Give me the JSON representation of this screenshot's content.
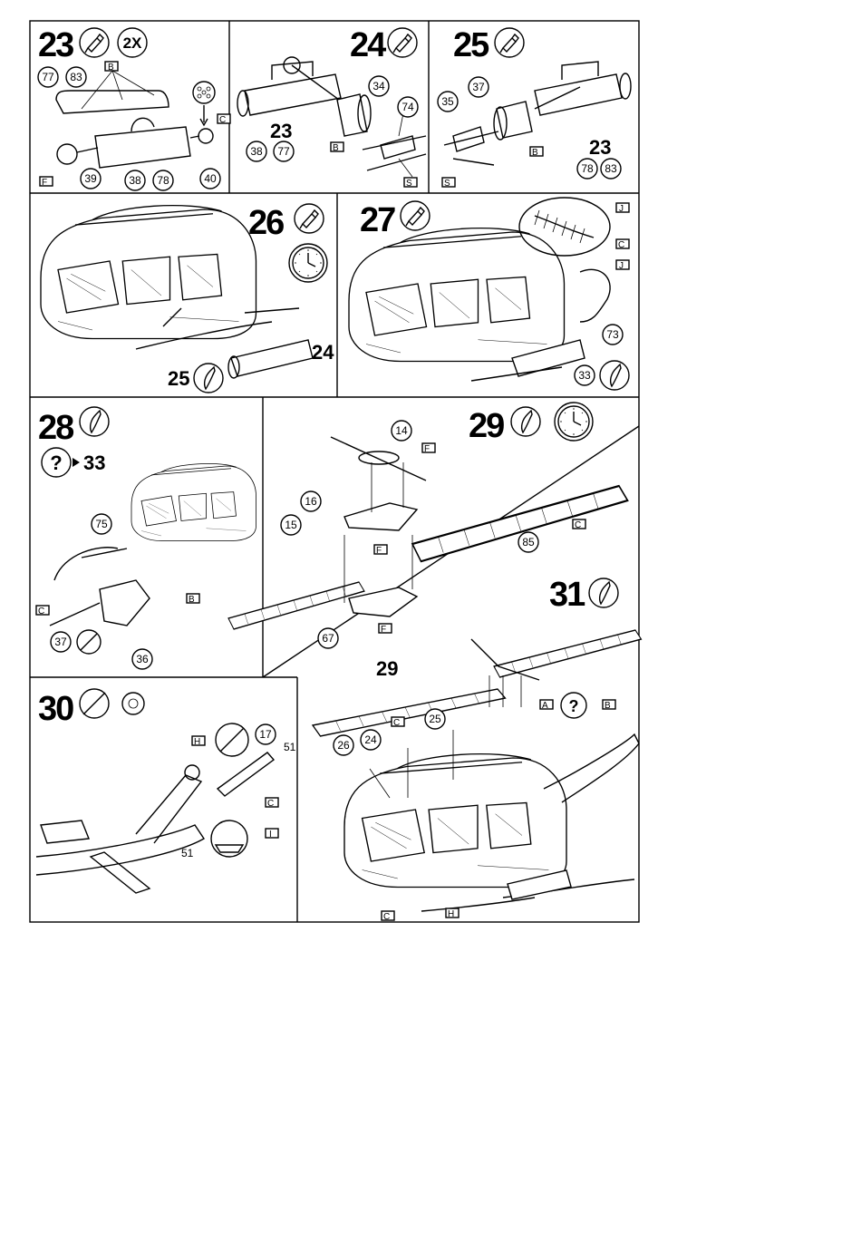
{
  "steps": {
    "s23": {
      "number": "23",
      "multiplier": "2X",
      "parts": [
        "77",
        "83",
        "39",
        "38",
        "78",
        "40"
      ],
      "note_ref": "23"
    },
    "s24": {
      "number": "24",
      "parts": [
        "34",
        "74"
      ],
      "ref": "23",
      "ref_parts": [
        "38",
        "77"
      ]
    },
    "s25": {
      "number": "25",
      "parts": [
        "37",
        "35"
      ],
      "ref": "23",
      "ref_parts": [
        "78",
        "83"
      ]
    },
    "s26": {
      "number": "26",
      "refs": [
        "24",
        "25"
      ]
    },
    "s27": {
      "number": "27",
      "parts": [
        "73",
        "33"
      ]
    },
    "s28": {
      "number": "28",
      "goto": "33",
      "parts": [
        "75",
        "37",
        "36"
      ]
    },
    "s29": {
      "number": "29",
      "parts": [
        "14",
        "16",
        "15",
        "85",
        "67"
      ]
    },
    "s30": {
      "number": "30",
      "parts": [
        "17",
        "51",
        "51"
      ]
    },
    "s31": {
      "number": "31",
      "parts": [
        "29",
        "25",
        "24",
        "26"
      ]
    }
  },
  "color_tags": {
    "B": "B",
    "C": "C",
    "F": "F",
    "S": "S",
    "J": "J",
    "H": "H",
    "A": "A",
    "I": "I"
  },
  "icons": [
    "glue-tube-icon",
    "clock-icon",
    "paint-brush-icon",
    "no-glue-icon",
    "question-icon",
    "decal-icon"
  ]
}
